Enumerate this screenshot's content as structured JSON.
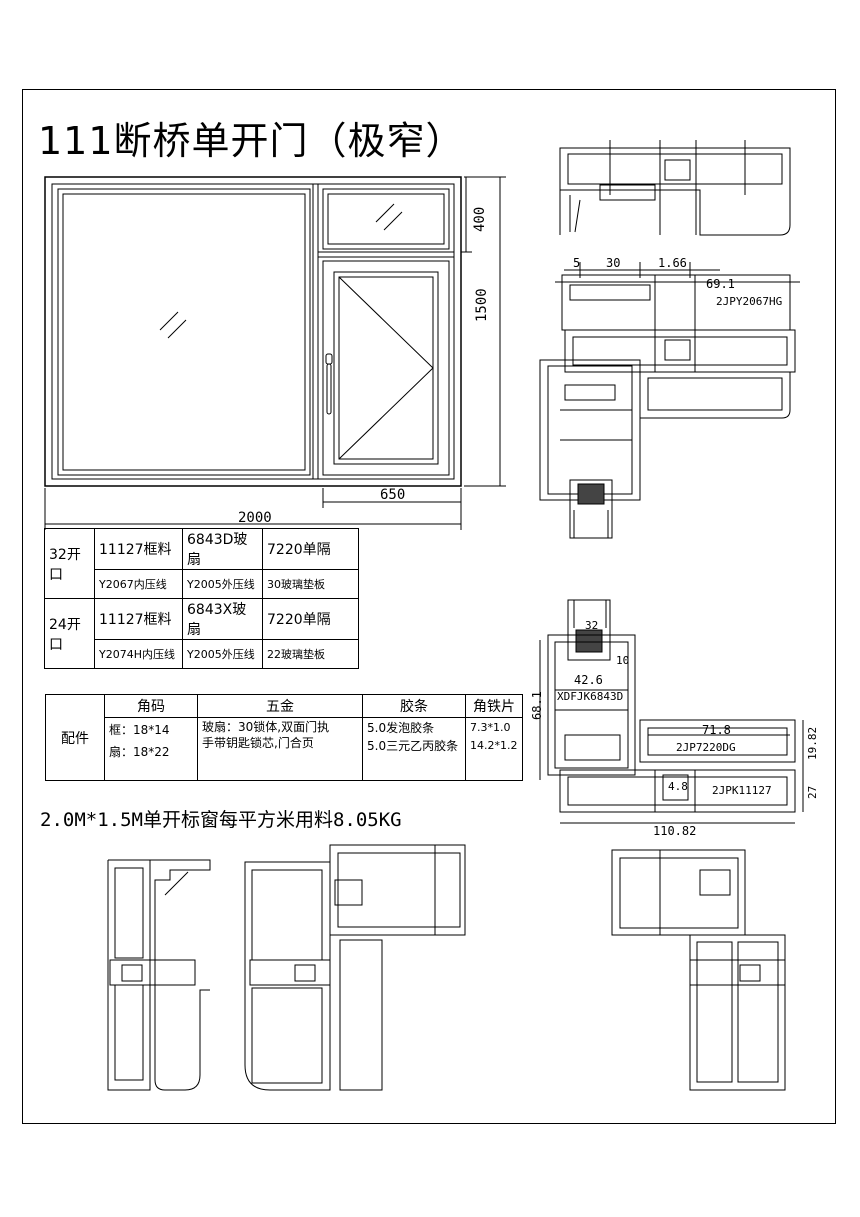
{
  "title": "111断桥单开门（极窄）",
  "elevation": {
    "dim_width": "2000",
    "dim_height": "1500",
    "dim_transom": "400",
    "dim_sash": "650"
  },
  "spec_rows": [
    {
      "label": "32开口",
      "top": [
        "11127框料",
        "6843D玻扇",
        "7220单隔"
      ],
      "bottom": [
        "Y2067内压线",
        "Y2005外压线",
        "30玻璃垫板"
      ]
    },
    {
      "label": "24开口",
      "top": [
        "11127框料",
        "6843X玻扇",
        "7220单隔"
      ],
      "bottom": [
        "Y2074H内压线",
        "Y2005外压线",
        "22玻璃垫板"
      ]
    }
  ],
  "parts": {
    "row_label": "配件",
    "headers": [
      "角码",
      "五金",
      "胶条",
      "角铁片"
    ],
    "corner_code": [
      "框：18*14",
      "扇：18*22"
    ],
    "hardware": [
      "玻扇：30锁体,双面门执",
      "手带钥匙锁芯,门合页"
    ],
    "gasket": [
      "5.0发泡胶条",
      "5.0三元乙丙胶条"
    ],
    "corner_iron": [
      "7.3*1.0",
      "14.2*1.2"
    ]
  },
  "usage_note": "2.0M*1.5M单开标窗每平方米用料8.05KG",
  "section_top": {
    "dims": [
      "5",
      "30",
      "1.66",
      "69.1"
    ],
    "profile": "2JPY2067HG"
  },
  "section_bottom": {
    "dims": [
      "32",
      "10",
      "42.6",
      "68.1",
      "71.8",
      "19.82",
      "27",
      "4.8",
      "110.82"
    ],
    "profiles": [
      "XDFJK6843D",
      "2JP7220DG",
      "2JPK11127"
    ]
  }
}
